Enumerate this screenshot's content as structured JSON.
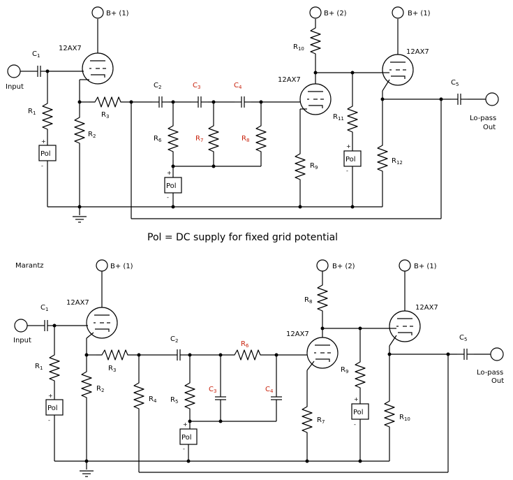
{
  "legend": "Pol = DC supply for fixed grid potential",
  "top": {
    "input": "Input",
    "output": [
      "Lo-pass",
      "Out"
    ],
    "tube": "12AX7",
    "bplus1": "B+ (1)",
    "bplus2": "B+ (2)",
    "pol": "Pol",
    "C1": "C1",
    "C2": "C2",
    "C3": "C3",
    "C4": "C4",
    "C5": "C5",
    "R1": "R1",
    "R2": "R2",
    "R3": "R3",
    "R6": "R6",
    "R7": "R7",
    "R8": "R8",
    "R9": "R9",
    "R10": "R10",
    "R11": "R11",
    "R12": "R12"
  },
  "bottom": {
    "title": "Marantz",
    "input": "Input",
    "output": [
      "Lo-pass",
      "Out"
    ],
    "tube": "12AX7",
    "bplus1": "B+ (1)",
    "bplus2": "B+ (2)",
    "pol": "Pol",
    "C1": "C1",
    "C2": "C2",
    "C3": "C3",
    "C4": "C4",
    "C5": "C5",
    "R1": "R1",
    "R2": "R2",
    "R3": "R3",
    "R4": "R4",
    "R5": "R5",
    "R6": "R6",
    "R7": "R7",
    "R8": "R8",
    "R9": "R9",
    "R10": "R10"
  },
  "colors": {
    "ink": "#000000",
    "highlight": "#c8200a"
  }
}
